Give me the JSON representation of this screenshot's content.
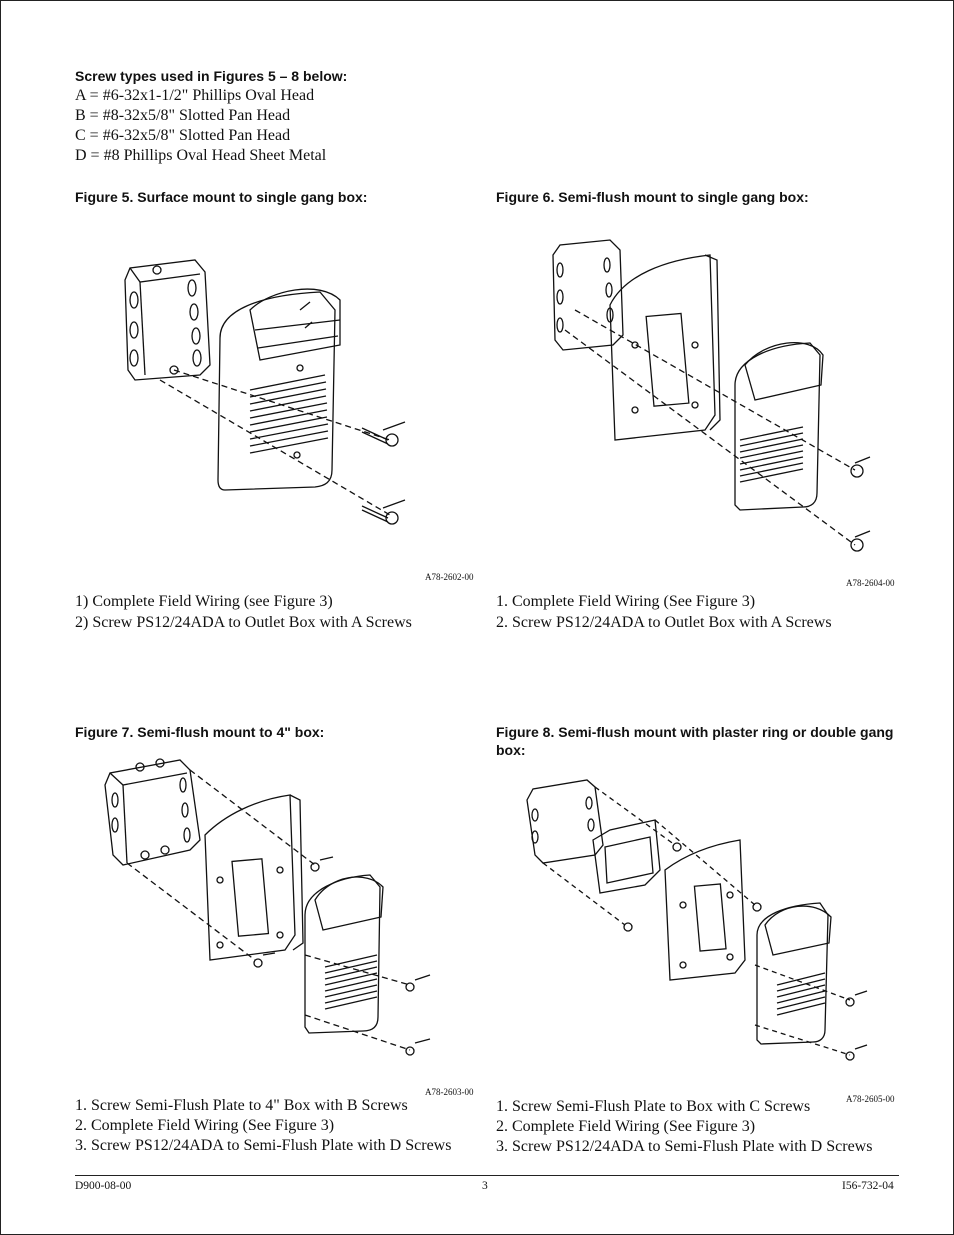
{
  "screw_types": {
    "heading": "Screw types used in Figures 5 – 8 below:",
    "lines": [
      "A = #6-32x1-1/2\" Phillips Oval Head",
      "B = #8-32x5/8\" Slotted Pan Head",
      "C = #6-32x5/8\" Slotted Pan Head",
      "D = #8 Phillips Oval Head Sheet Metal"
    ]
  },
  "figures": [
    {
      "title": "Figure 5. Surface mount to single gang box:",
      "code": "A78-2602-00",
      "steps": [
        "1) Complete Field Wiring (see Figure 3)",
        "2) Screw PS12/24ADA to Outlet Box with A Screws"
      ]
    },
    {
      "title": "Figure 6. Semi-flush mount to single gang box:",
      "code": "A78-2604-00",
      "steps": [
        "1. Complete Field Wiring (See Figure 3)",
        "2. Screw PS12/24ADA to Outlet Box with A Screws"
      ]
    },
    {
      "title": "Figure 7. Semi-flush mount to 4\" box:",
      "code": "A78-2603-00",
      "steps": [
        "1. Screw Semi-Flush Plate to 4\"  Box with B Screws",
        "2. Complete Field Wiring (See Figure 3)",
        "3. Screw PS12/24ADA to Semi-Flush Plate with D Screws"
      ]
    },
    {
      "title": "Figure 8. Semi-flush mount with plaster ring or double gang box:",
      "code": "A78-2605-00",
      "steps": [
        "1. Screw Semi-Flush Plate to Box with C Screws",
        "2. Complete Field Wiring (See Figure 3)",
        "3. Screw PS12/24ADA to Semi-Flush Plate with D Screws"
      ]
    }
  ],
  "footer": {
    "left": "D900-08-00",
    "center": "3",
    "right": "I56-732-04"
  }
}
